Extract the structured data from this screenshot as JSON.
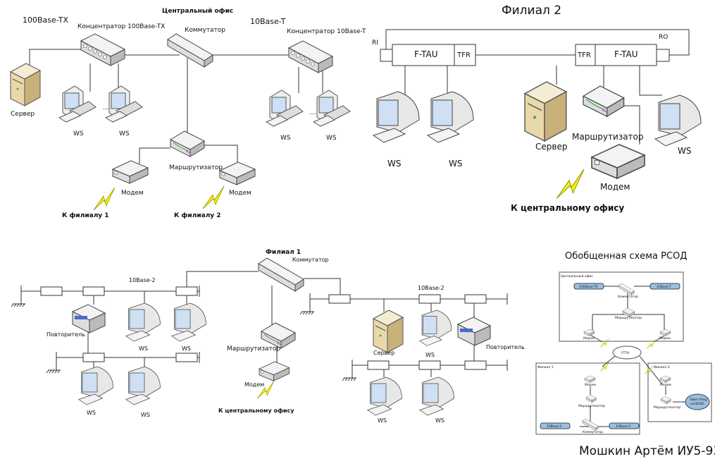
{
  "central": {
    "title": "Центральный офис",
    "seg_100": "100Base-TX",
    "seg_10": "10Base-T",
    "hub_100": "Концентратор 100Base-TX",
    "hub_10": "Концентратор 10Base-T",
    "switch": "Коммутатор",
    "server": "Сервер",
    "ws": "WS",
    "ellipsis": "...",
    "router": "Маршрутизатор",
    "modem": "Модем",
    "to_f1": "К филиалу 1",
    "to_f2": "К филиалу 2"
  },
  "filial2": {
    "title": "Филиал 2",
    "ri": "RI",
    "ro": "RO",
    "ftau": "F-TAU",
    "tfr": "TFR",
    "ws": "WS",
    "server": "Сервер",
    "router": "Маршрутизатор",
    "modem": "Модем",
    "to_central": "К центральному офису"
  },
  "filial1": {
    "title": "Филиал 1",
    "switch": "Коммутатор",
    "seg": "10Base-2",
    "repeater": "Повторитель",
    "ws": "WS",
    "server": "Сервер",
    "router": "Маршрутизатор",
    "modem": "Модем",
    "to_central": "К центральному офису"
  },
  "summary": {
    "title": "Обобщенная схема РСОД",
    "central": "Центральный офис",
    "seg_100": "100Base-TX",
    "seg_10": "10Base-T",
    "switch": "Коммутатор",
    "router": "Маршрутизатор",
    "modem": "Модем",
    "cloud": "FTTH",
    "filial1": "Филиал 1",
    "filial2": "Филиал 2",
    "seg_2": "10Base-2",
    "token_ring_1": "Token Ring",
    "token_ring_2": "на ВОЛС"
  },
  "author": "Мошкин Артём ИУ5-93",
  "colors": {
    "lightning": "#f2f200",
    "device": "#e6e6e6",
    "bus": "#9cbfe0"
  }
}
